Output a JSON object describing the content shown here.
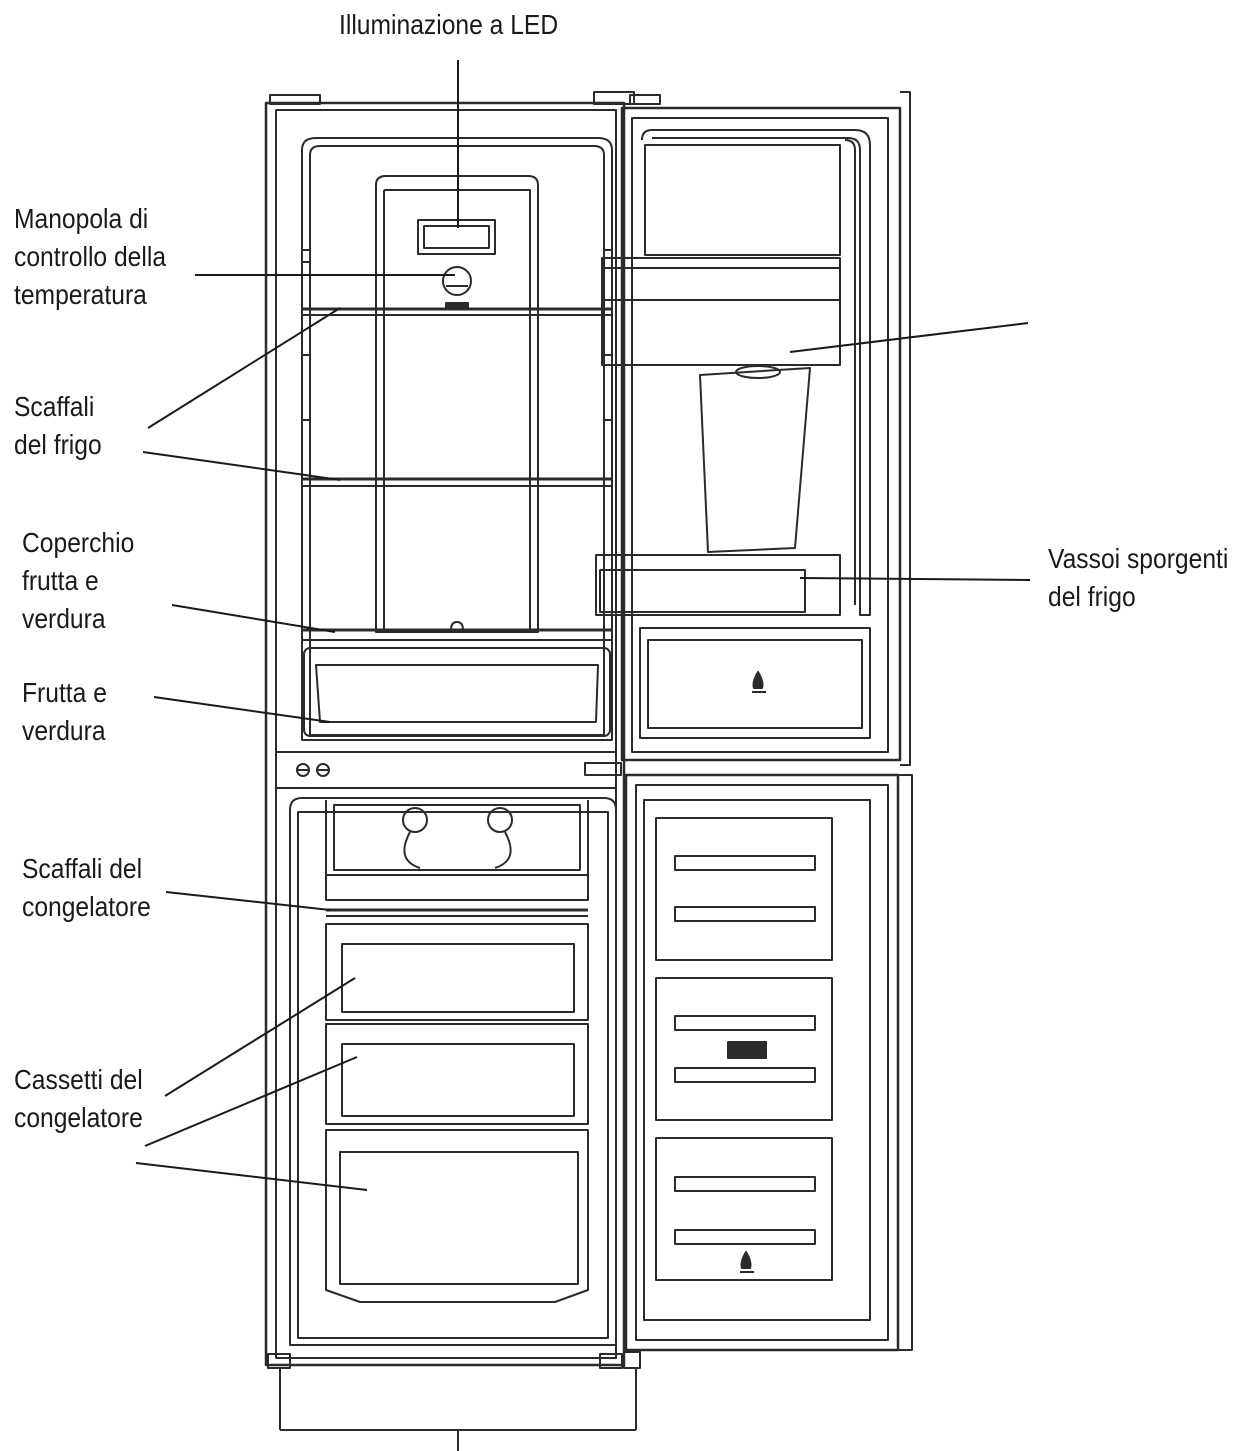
{
  "labels": {
    "led_lighting": "Illuminazione a LED",
    "temperature_knob": "Manopola di\ncontrollo della\ntemperatura",
    "fridge_shelves": "Scaffali\ndel frigo",
    "crisper_cover": "Coperchio\nfrutta e\nverdura",
    "crisper_drawer": "Frutta e\nverdura",
    "freezer_shelves": "Scaffali del\ncongelatore",
    "freezer_drawers": "Cassetti del\ncongelatore",
    "door_trays": "Vassoi sporgenti\ndel frigo"
  },
  "icons": [
    "water-drop-icon"
  ]
}
